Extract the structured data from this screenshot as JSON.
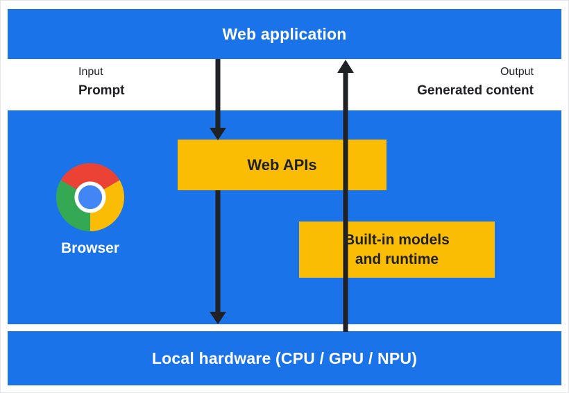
{
  "diagram": {
    "top_bar": {
      "label": "Web application"
    },
    "io": {
      "input_label": "Input",
      "input_value": "Prompt",
      "output_label": "Output",
      "output_value": "Generated content"
    },
    "browser": {
      "label": "Browser",
      "web_apis": "Web APIs",
      "builtin_line1": "Built-in models",
      "builtin_line2": "and runtime"
    },
    "bottom_bar": {
      "label": "Local hardware (CPU / GPU / NPU)"
    },
    "colors": {
      "blue": "#1A73E8",
      "yellow": "#FBBC04",
      "arrow": "#202124",
      "text_dark": "#202124",
      "text_light": "#FFFFFF"
    },
    "icons": {
      "chrome_logo": {
        "red": "#EA4335",
        "yellow": "#FBBC05",
        "green": "#34A853",
        "blue": "#4285F4",
        "ring": "#FFFFFF"
      }
    }
  }
}
